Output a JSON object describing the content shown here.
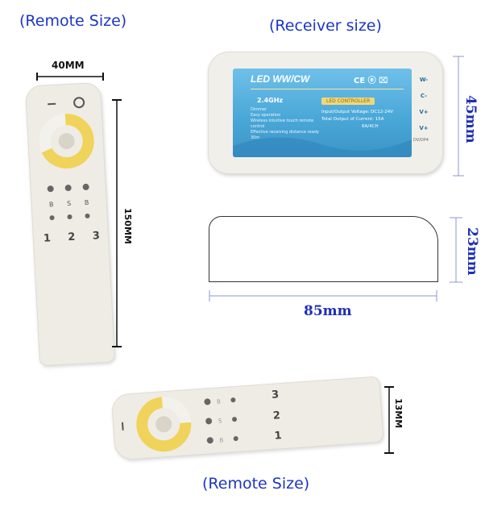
{
  "headings": {
    "remote_top": "(Remote Size)",
    "receiver": "(Receiver size)",
    "remote_bottom": "(Remote Size)"
  },
  "dimensions": {
    "width_remote": "40MM",
    "length_remote": "150MM",
    "thickness_remote": "13MM",
    "receiver_height": "45mm",
    "receiver_thickness": "23mm",
    "receiver_length": "85mm"
  },
  "receiver_label": {
    "title": "LED WW/CW",
    "freq": "2.4GHz",
    "controller": "LED CONTROLLER",
    "features": [
      "Dimmer",
      "Easy operation",
      "Wireless intuitive touch remote control",
      "Effective receiving distance ready 30m"
    ],
    "specs": [
      "Input/Output Voltage: DC12-24V",
      "Total Output of Current: 15A",
      "6A/4CH"
    ],
    "terminals": [
      "W-",
      "C-",
      "V+",
      "V+"
    ],
    "bottom_code": "DV/DP4"
  },
  "remote_buttons": {
    "numbers": [
      "1",
      "2",
      "3"
    ],
    "small": [
      "B",
      "S",
      "B"
    ]
  },
  "colors": {
    "heading": "#1d35c4",
    "remote_body": "#efece6",
    "ring_warm": "#f0d35a",
    "ring_cool": "#ffffff",
    "label_blue": "#4aa8d8"
  }
}
